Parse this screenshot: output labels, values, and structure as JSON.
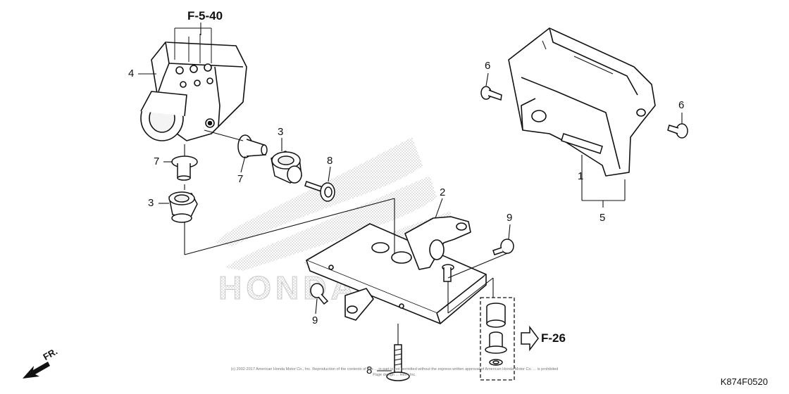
{
  "diagram": {
    "references": {
      "ref_abs": "F-5-40",
      "ref_bracket": "F-26"
    },
    "callouts": {
      "c1": "1",
      "c2": "2",
      "c3a": "3",
      "c3b": "3",
      "c4": "4",
      "c5": "5",
      "c6a": "6",
      "c6b": "6",
      "c7a": "7",
      "c7b": "7",
      "c8a": "8",
      "c8b": "8",
      "c9a": "9",
      "c9b": "9"
    },
    "direction_label": "FR.",
    "figure_code": "K874F0520",
    "watermark": "HONDA",
    "copyright_line1": "(c) 2002-2017 American Honda Motor Co., Inc. Reproduction of the contents of this ... in part is not permitted without the express written approval of American Honda Motor Co. ... is prohibited",
    "copyright_line2": "Page design ... Helm Inc."
  }
}
